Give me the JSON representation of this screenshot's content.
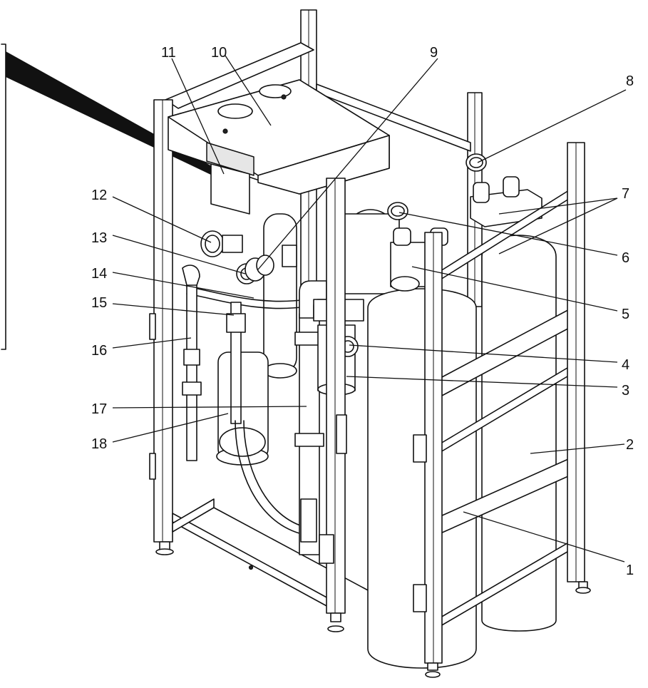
{
  "diagram": {
    "callouts": [
      {
        "id": "c1",
        "label": "1"
      },
      {
        "id": "c2",
        "label": "2"
      },
      {
        "id": "c3",
        "label": "3"
      },
      {
        "id": "c4",
        "label": "4"
      },
      {
        "id": "c5",
        "label": "5"
      },
      {
        "id": "c6",
        "label": "6"
      },
      {
        "id": "c7",
        "label": "7"
      },
      {
        "id": "c8",
        "label": "8"
      },
      {
        "id": "c9",
        "label": "9"
      },
      {
        "id": "c10",
        "label": "10"
      },
      {
        "id": "c11",
        "label": "11"
      },
      {
        "id": "c12",
        "label": "12"
      },
      {
        "id": "c13",
        "label": "13"
      },
      {
        "id": "c14",
        "label": "14"
      },
      {
        "id": "c15",
        "label": "15"
      },
      {
        "id": "c16",
        "label": "16"
      },
      {
        "id": "c17",
        "label": "17"
      },
      {
        "id": "c18",
        "label": "18"
      }
    ],
    "colors": {
      "ink": "#111111",
      "paper": "#ffffff",
      "shade": "#e6e6e6"
    }
  }
}
